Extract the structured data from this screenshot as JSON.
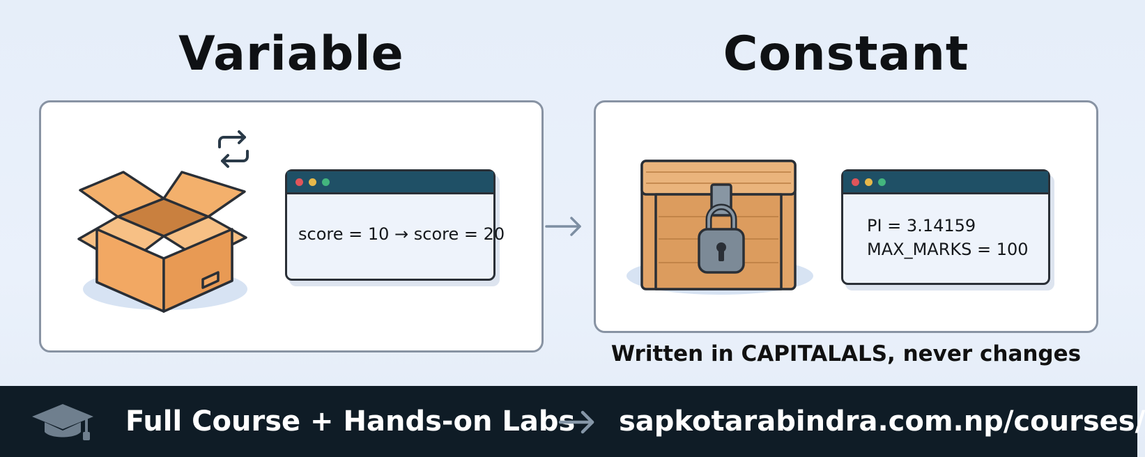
{
  "titles": {
    "variable": "Variable",
    "constant": "Constant"
  },
  "variable_panel": {
    "code": "score = 10 → score = 20",
    "icons": [
      "open-box-icon",
      "refresh-cycle-icon"
    ]
  },
  "constant_panel": {
    "code_lines": [
      "PI = 3.14159",
      "MAX_MARKS = 100"
    ],
    "icons": [
      "locked-chest-icon",
      "padlock-icon"
    ],
    "caption": "Written in CAPITALALS, never changes"
  },
  "footer": {
    "course_text": "Full Course + Hands-on Labs",
    "url": "sapkotarabindra.com.np/courses/",
    "icons": [
      "graduation-cap-icon",
      "right-arrow-icon"
    ]
  },
  "colors": {
    "background": "#e8eff9",
    "window_titlebar": "#1f5066",
    "footer_bg": "#0f1c26",
    "box_orange": "#f4b06a",
    "chest_wood": "#d99a5c",
    "lock_grey": "#7d8c99"
  }
}
